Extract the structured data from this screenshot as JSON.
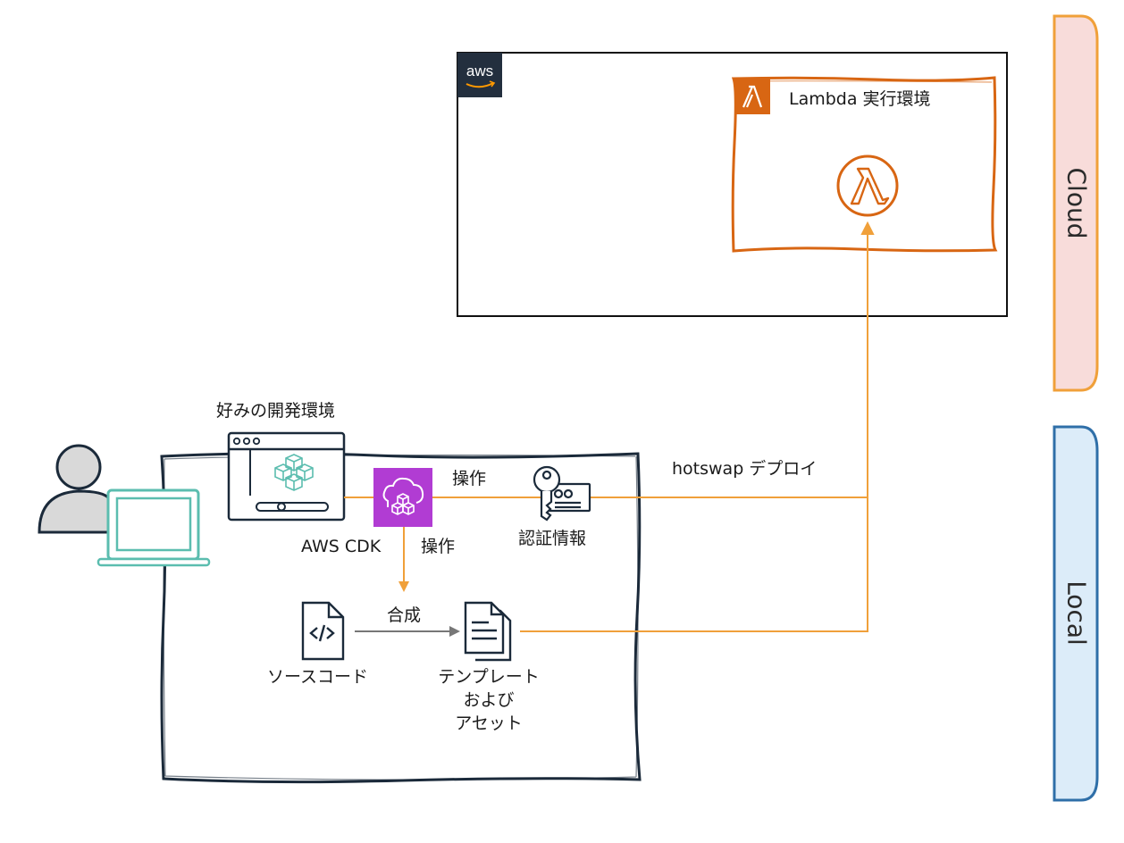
{
  "labels": {
    "ide": "好みの開発環境",
    "cdk": "AWS CDK",
    "operate_h": "操作",
    "operate_v": "操作",
    "credentials": "認証情報",
    "hotswap": "hotswap デプロイ",
    "synth": "合成",
    "source": "ソースコード",
    "template": [
      "テンプレート",
      "および",
      "アセット"
    ],
    "lambda_env": "Lambda 実行環境",
    "aws_logo": "aws",
    "cloud": "Cloud",
    "local": "Local"
  },
  "colors": {
    "cloud_fill": "#f8dcda",
    "cloud_stroke": "#f0a03a",
    "local_fill": "#dcecf9",
    "local_stroke": "#2f6fa8",
    "orange_line": "#f0a03a",
    "lambda_orange": "#d86613",
    "cdk_purple": "#b13cd3",
    "laptop_teal": "#5bbdaf",
    "aws_dark": "#232f3e",
    "box_navy": "#1b2a3a"
  },
  "icons": [
    "user-icon",
    "laptop-icon",
    "ide-window-icon",
    "cdk-icon",
    "key-certificate-icon",
    "source-code-icon",
    "document-icon",
    "aws-logo-icon",
    "lambda-small-icon",
    "lambda-function-icon"
  ]
}
